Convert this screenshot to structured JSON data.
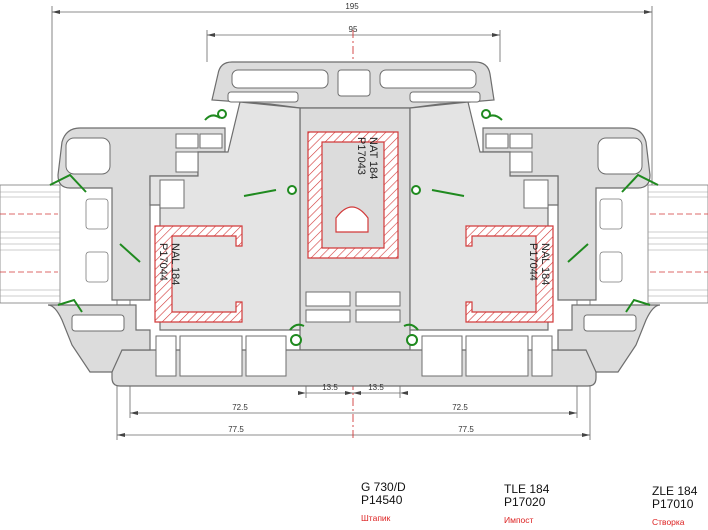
{
  "dimensions": {
    "overall": "195",
    "inner": "95",
    "left_offset": "13.5",
    "right_offset": "13.5",
    "left_mid": "72.5",
    "right_mid": "72.5",
    "left_full": "77.5",
    "right_full": "77.5"
  },
  "reinforcements": {
    "left": [
      "NAL 184",
      "P17044"
    ],
    "center": [
      "NAT 184",
      "P17043"
    ],
    "right": [
      "NAL 184",
      "P17044"
    ]
  },
  "profiles": [
    {
      "code_line1": "G 730/D",
      "code_line2": "P14540",
      "name": "Штапик"
    },
    {
      "code_line1": "TLE 184",
      "code_line2": "P17020",
      "name": "Импост"
    },
    {
      "code_line1": "ZLE 184",
      "code_line2": "P17010",
      "name": "Створка"
    }
  ],
  "colors": {
    "profile_fill": "#dcdcdc",
    "profile_stroke": "#6e6e6e",
    "reinforcement": "#d23a3a",
    "gasket": "#1f8a1f",
    "centerline": "#d23a3a",
    "dimension_line": "#666666"
  }
}
